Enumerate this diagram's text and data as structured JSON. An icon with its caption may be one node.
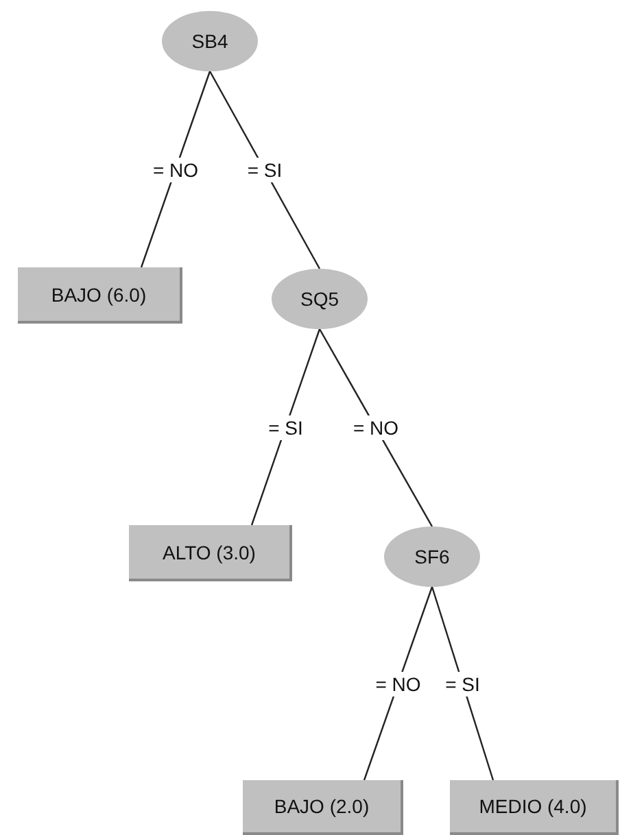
{
  "diagram": {
    "nodes": [
      {
        "text": [
          "SB4"
        ]
      },
      {
        "text": [
          "BAJO (6.0)"
        ]
      },
      {
        "text": [
          "SQ5"
        ]
      },
      {
        "text": [
          "ALTO (3.0)"
        ]
      },
      {
        "text": [
          "SF6"
        ]
      },
      {
        "text": [
          "BAJO (2.0)"
        ]
      },
      {
        "text": [
          "MEDIO (4.0)"
        ]
      }
    ],
    "edges": [
      {
        "from": 0,
        "to": 1,
        "arrow": "none",
        "label": "= NO"
      },
      {
        "from": 0,
        "to": 2,
        "arrow": "none",
        "label": "= SI"
      },
      {
        "from": 2,
        "to": 3,
        "arrow": "none",
        "label": "= SI"
      },
      {
        "from": 2,
        "to": 4,
        "arrow": "none",
        "label": "= NO"
      },
      {
        "from": 4,
        "to": 5,
        "arrow": "none",
        "label": "= NO"
      },
      {
        "from": 4,
        "to": 6,
        "arrow": "none",
        "label": "= SI"
      }
    ]
  }
}
